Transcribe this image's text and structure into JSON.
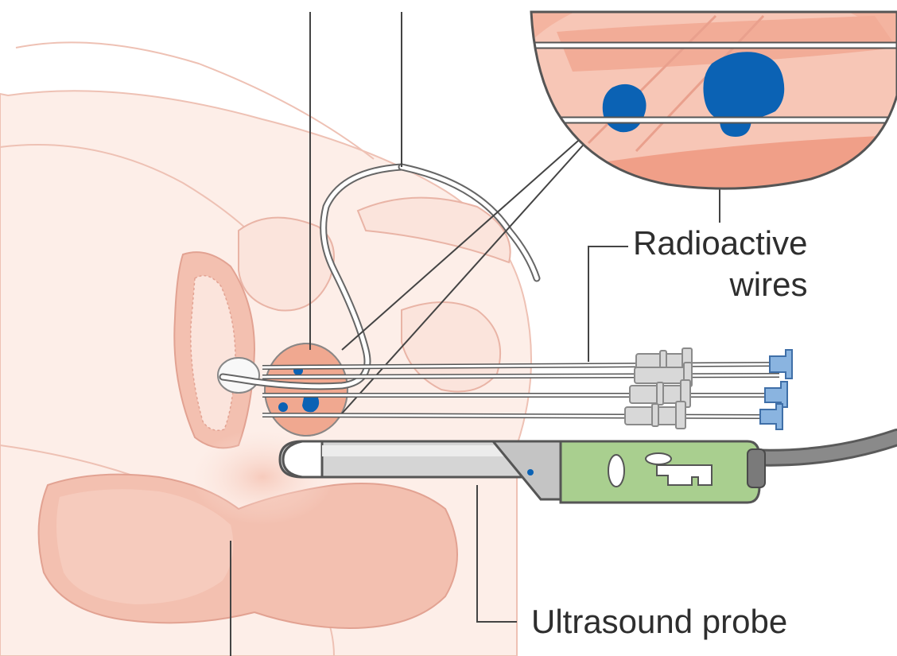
{
  "labels": {
    "radioactive_line1": "Radioactive",
    "radioactive_line2": "wires",
    "ultrasound_probe": "Ultrasound probe"
  },
  "colors": {
    "tissue_light": "#fbe4dc",
    "tissue_outline": "#e9b4a6",
    "tissue_mid": "#f3c0b0",
    "prostate": "#f0a890",
    "tumour": "#0b62b4",
    "wire": "#ffffff",
    "wire_outline": "#555555",
    "syringe": "#d8d8d8",
    "connector": "#8ab4e0",
    "probe_body": "#d0d0d0",
    "probe_handle": "#a9cf8f",
    "cable": "#6e6e6e",
    "leader": "#444444"
  },
  "icons": {
    "probe_marking": "key-shape-icon"
  }
}
